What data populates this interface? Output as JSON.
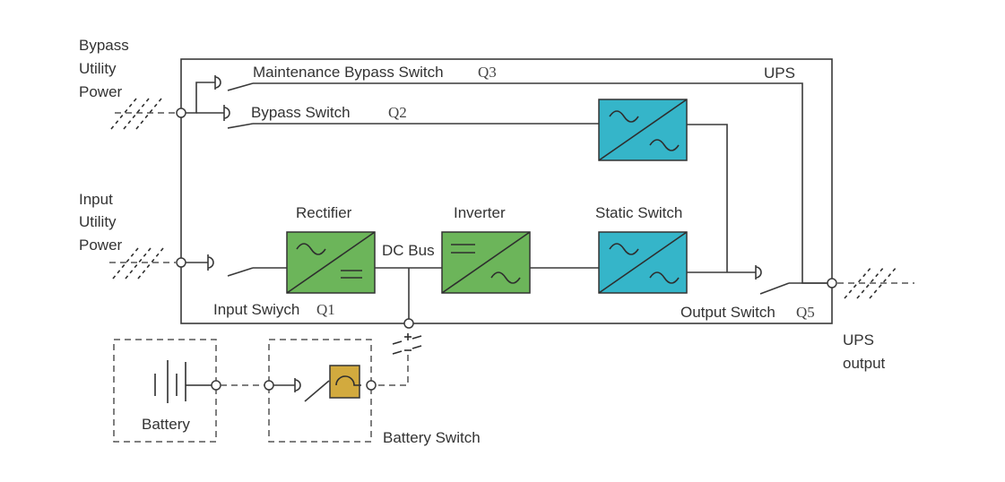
{
  "diagram": {
    "title": "UPS",
    "colors": {
      "rectifier_inverter": "#6cb55a",
      "bypass_static_switch": "#35b5c9",
      "fuse": "#d2aa3e",
      "line": "#3a3a3a"
    },
    "sources": {
      "bypass": [
        "Bypass",
        "Utility",
        "Power"
      ],
      "input": [
        "Input",
        "Utility",
        "Power"
      ]
    },
    "switches": {
      "maintenance_bypass": {
        "label": "Maintenance Bypass Switch",
        "id": "Q3"
      },
      "bypass": {
        "label": "Bypass Switch",
        "id": "Q2"
      },
      "input": {
        "label": "Input Swiych",
        "id": "Q1"
      },
      "output": {
        "label": "Output Switch",
        "id": "Q5"
      }
    },
    "blocks": {
      "rectifier": "Rectifier",
      "dc_bus": "DC Bus",
      "inverter": "Inverter",
      "static_switch": "Static Switch"
    },
    "output": [
      "UPS",
      "output"
    ],
    "battery": "Battery",
    "battery_switch": "Battery Switch"
  }
}
